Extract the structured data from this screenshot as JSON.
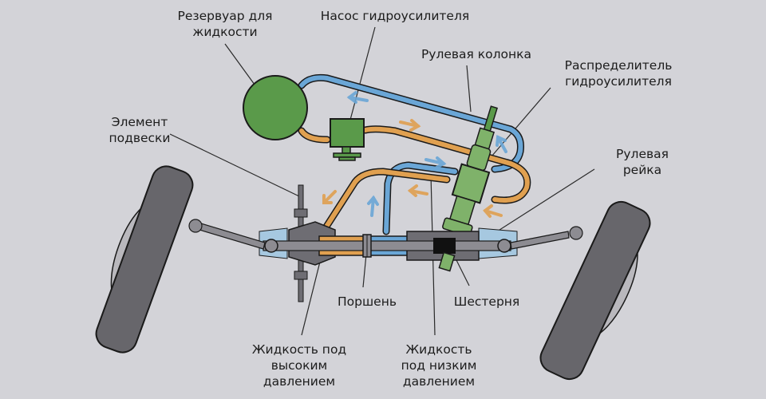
{
  "title": "Схема гидроусилителя руля",
  "colors": {
    "background": "#d3d3d8",
    "component_green": "#5a9a4a",
    "component_green_light": "#7fb26a",
    "high_pressure_line": "#e0a050",
    "low_pressure_line": "#6aa6d6",
    "tire": "#67666b",
    "metal": "#8d8c92",
    "housing_dark": "#6e6d73",
    "outline": "#1a1a1a"
  },
  "labels": {
    "reservoir": [
      "Резервуар для",
      "жидкости"
    ],
    "pump": [
      "Насос гидроусилителя"
    ],
    "steering_column": [
      "Рулевая колонка"
    ],
    "distributor": [
      "Распределитель",
      "гидроусилителя"
    ],
    "suspension": [
      "Элемент",
      "подвески"
    ],
    "steering_rack": [
      "Рулевая",
      "рейка"
    ],
    "piston": [
      "Поршень"
    ],
    "pinion": [
      "Шестерня"
    ],
    "high_pressure_fluid": [
      "Жидкость под",
      "высоким",
      "давлением"
    ],
    "low_pressure_fluid": [
      "Жидкость",
      "под низким",
      "давлением"
    ]
  },
  "flow_arrows": {
    "high_pressure": "orange",
    "low_pressure": "blue"
  }
}
